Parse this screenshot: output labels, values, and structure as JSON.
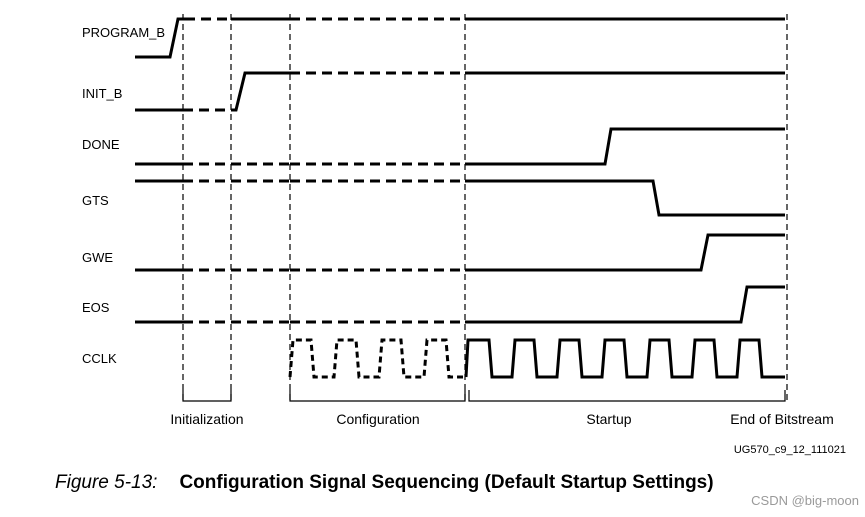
{
  "signals": [
    {
      "id": "program_b",
      "label": "PROGRAM_B"
    },
    {
      "id": "init_b",
      "label": "INIT_B"
    },
    {
      "id": "done",
      "label": "DONE"
    },
    {
      "id": "gts",
      "label": "GTS"
    },
    {
      "id": "gwe",
      "label": "GWE"
    },
    {
      "id": "eos",
      "label": "EOS"
    },
    {
      "id": "cclk",
      "label": "CCLK"
    }
  ],
  "phases": [
    {
      "id": "initialization",
      "label": "Initialization"
    },
    {
      "id": "configuration",
      "label": "Configuration"
    },
    {
      "id": "startup",
      "label": "Startup"
    },
    {
      "id": "end-of-bitstream",
      "label": "End of Bitstream"
    }
  ],
  "figure_ref": "UG570_c9_12_111021",
  "caption": {
    "number": "Figure 5-13:",
    "title": "Configuration Signal Sequencing (Default Startup Settings)"
  },
  "watermark": "CSDN @big-moon"
}
